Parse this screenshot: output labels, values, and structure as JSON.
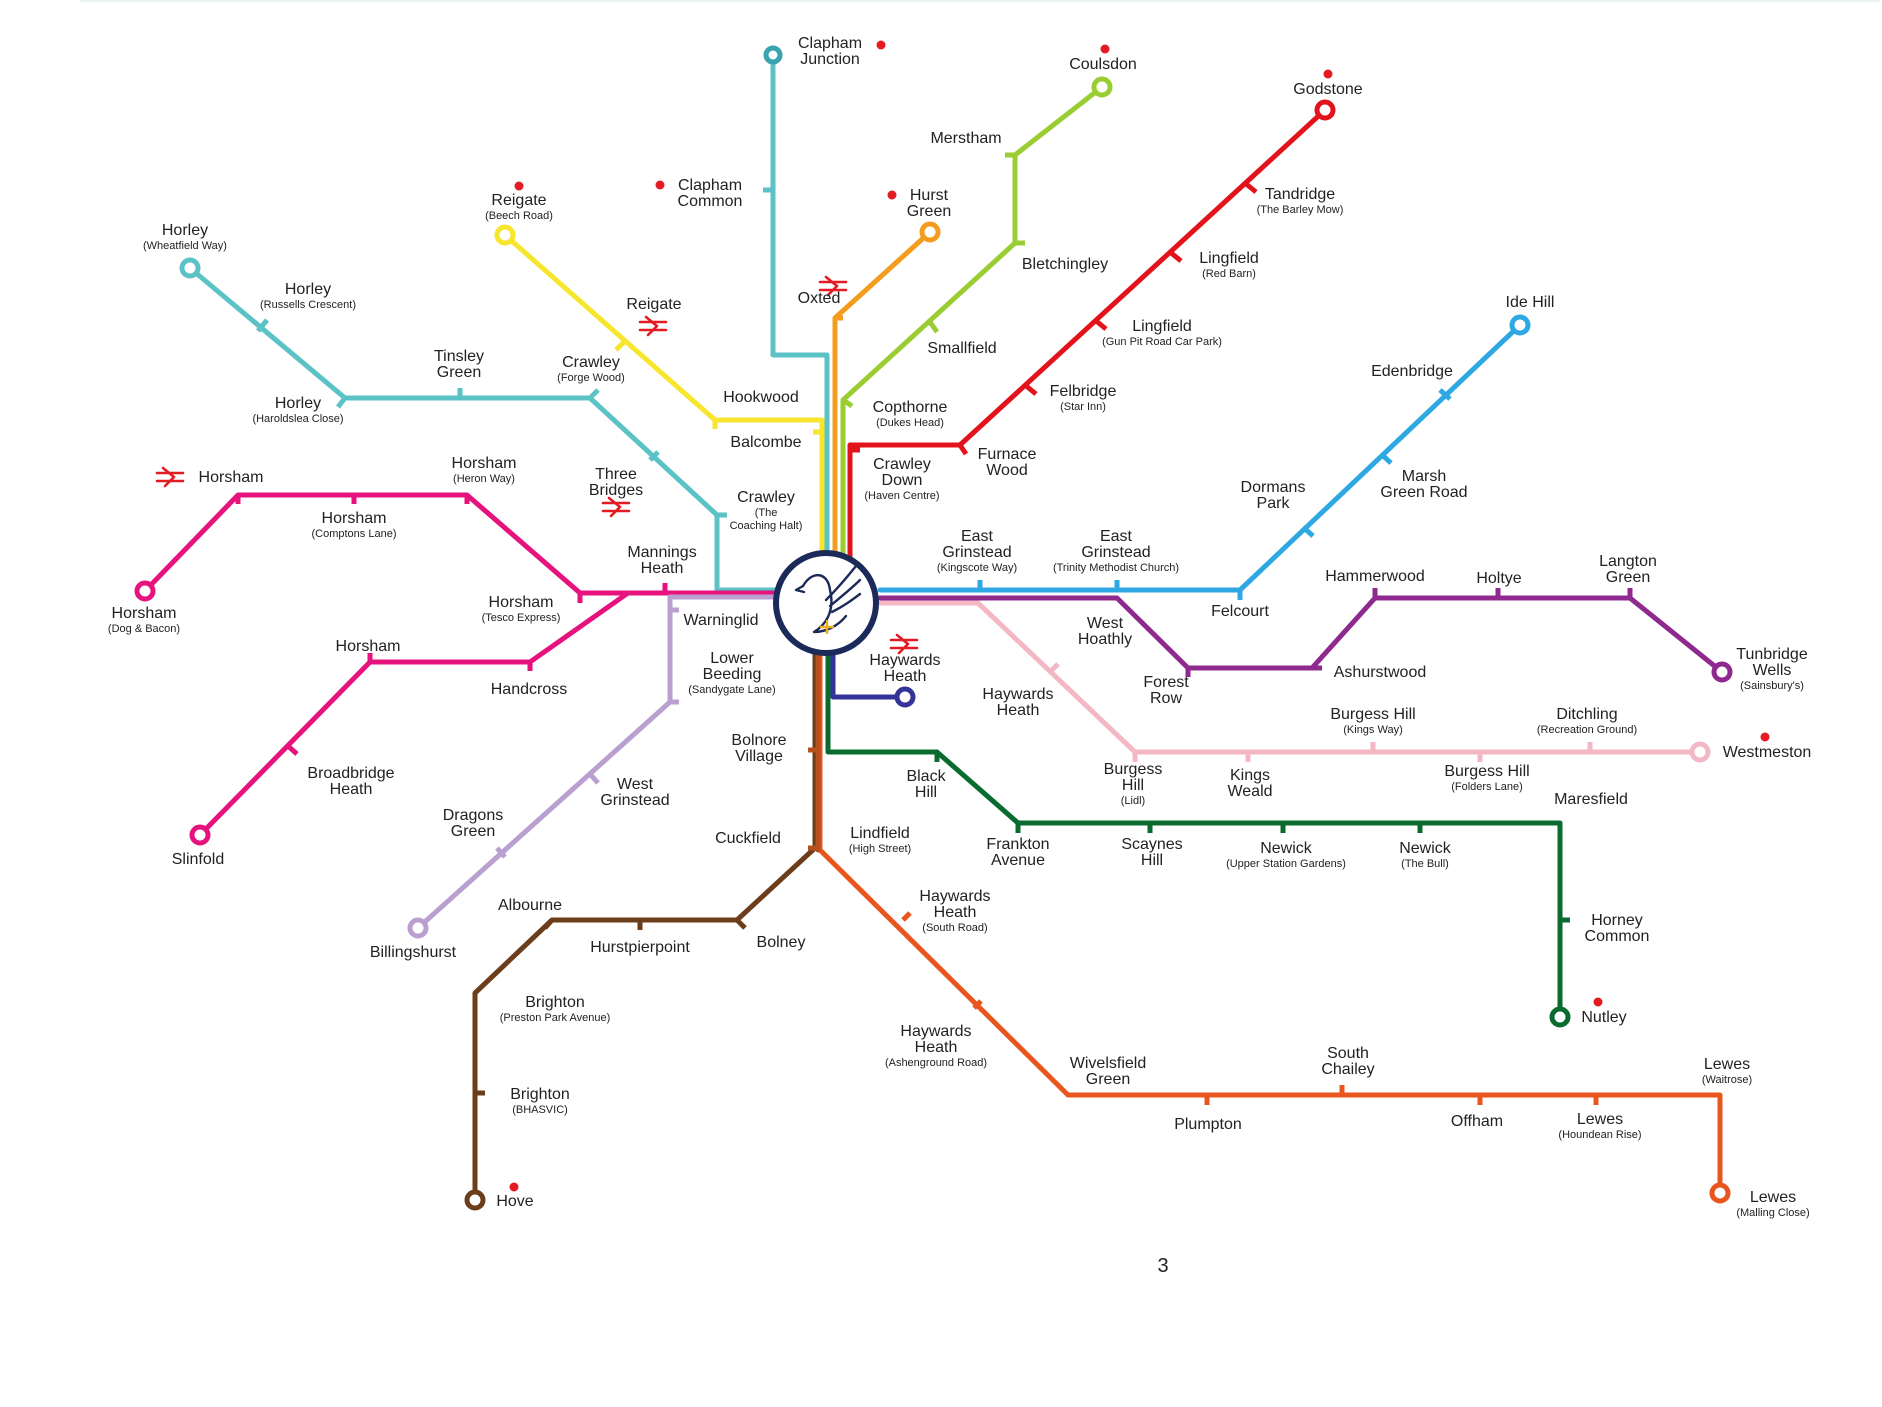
{
  "colors": {
    "teal": "#5bc2c6",
    "darkteal": "#3aa3b0",
    "yellow": "#f7e62d",
    "orange": "#f39c1e",
    "lime": "#9acd32",
    "red": "#e3131b",
    "sky": "#2ea8e3",
    "magenta": "#e6127d",
    "purple": "#8e2a8e",
    "pink": "#f3b8c4",
    "lilac": "#b9a0d0",
    "navy": "#333399",
    "green": "#0a6b2f",
    "brown": "#6b3d1a",
    "darkorange": "#e8551d",
    "rust": "#b5501c",
    "dot": "#e31b23"
  },
  "icons": {
    "hub": "dove-icon",
    "rail": "national-rail-icon",
    "dot": "red-dot-icon"
  },
  "page_number": "3",
  "stations": [
    {
      "n": [
        "Clapham",
        "Junction"
      ]
    },
    {
      "n": [
        "Clapham",
        "Common"
      ]
    },
    {
      "n": [
        "Coulsdon"
      ]
    },
    {
      "n": [
        "Godstone"
      ]
    },
    {
      "n": [
        "Merstham"
      ]
    },
    {
      "n": [
        "Tandridge"
      ],
      "s": "(The Barley Mow)"
    },
    {
      "n": [
        "Hurst",
        "Green"
      ]
    },
    {
      "n": [
        "Reigate"
      ],
      "s": "(Beech Road)"
    },
    {
      "n": [
        "Horley"
      ],
      "s": "(Wheatfield Way)"
    },
    {
      "n": [
        "Bletchingley"
      ]
    },
    {
      "n": [
        "Lingfield"
      ],
      "s": "(Red Barn)"
    },
    {
      "n": [
        "Oxted"
      ]
    },
    {
      "n": [
        "Reigate"
      ]
    },
    {
      "n": [
        "Horley"
      ],
      "s": "(Russells Crescent)"
    },
    {
      "n": [
        "Lingfield"
      ],
      "s": "(Gun Pit Road Car Park)"
    },
    {
      "n": [
        "Ide Hill"
      ]
    },
    {
      "n": [
        "Smallfield"
      ]
    },
    {
      "n": [
        "Tinsley",
        "Green"
      ]
    },
    {
      "n": [
        "Crawley"
      ],
      "s": "(Forge Wood)"
    },
    {
      "n": [
        "Edenbridge"
      ]
    },
    {
      "n": [
        "Felbridge"
      ],
      "s": "(Star Inn)"
    },
    {
      "n": [
        "Hookwood"
      ]
    },
    {
      "n": [
        "Copthorne"
      ],
      "s": "(Dukes Head)"
    },
    {
      "n": [
        "Horley"
      ],
      "s": "(Haroldslea Close)"
    },
    {
      "n": [
        "Balcombe"
      ]
    },
    {
      "n": [
        "Furnace",
        "Wood"
      ]
    },
    {
      "n": [
        "Crawley",
        "Down"
      ],
      "s": "(Haven Centre)"
    },
    {
      "n": [
        "Horsham"
      ]
    },
    {
      "n": [
        "Horsham"
      ],
      "s": "(Heron Way)"
    },
    {
      "n": [
        "Three",
        "Bridges"
      ]
    },
    {
      "n": [
        "Marsh",
        "Green Road"
      ]
    },
    {
      "n": [
        "Dormans",
        "Park"
      ]
    },
    {
      "n": [
        "Crawley"
      ],
      "s": "(The\nCoaching Halt)"
    },
    {
      "n": [
        "Horsham"
      ],
      "s": "(Comptons Lane)"
    },
    {
      "n": [
        "East",
        "Grinstead"
      ],
      "s": "(Kingscote Way)"
    },
    {
      "n": [
        "East",
        "Grinstead"
      ],
      "s": "(Trinity Methodist Church)"
    },
    {
      "n": [
        "Mannings",
        "Heath"
      ]
    },
    {
      "n": [
        "Langton",
        "Green"
      ]
    },
    {
      "n": [
        "Hammerwood"
      ]
    },
    {
      "n": [
        "Holtye"
      ]
    },
    {
      "n": [
        "Horsham"
      ],
      "s": "(Tesco Express)"
    },
    {
      "n": [
        "Felcourt"
      ]
    },
    {
      "n": [
        "Horsham"
      ],
      "s": "(Dog & Bacon)"
    },
    {
      "n": [
        "Warninglid"
      ]
    },
    {
      "n": [
        "West",
        "Hoathly"
      ]
    },
    {
      "n": [
        "Tunbridge",
        "Wells"
      ],
      "s": "(Sainsbury's)"
    },
    {
      "n": [
        "Horsham"
      ]
    },
    {
      "n": [
        "Lower",
        "Beeding"
      ],
      "s": "(Sandygate Lane)"
    },
    {
      "n": [
        "Haywards",
        "Heath"
      ]
    },
    {
      "n": [
        "Ashurstwood"
      ]
    },
    {
      "n": [
        "Forest",
        "Row"
      ]
    },
    {
      "n": [
        "Handcross"
      ]
    },
    {
      "n": [
        "Haywards",
        "Heath"
      ]
    },
    {
      "n": [
        "Burgess Hill"
      ],
      "s": "(Kings Way)"
    },
    {
      "n": [
        "Ditchling"
      ],
      "s": "(Recreation Ground)"
    },
    {
      "n": [
        "Westmeston"
      ]
    },
    {
      "n": [
        "Bolnore",
        "Village"
      ]
    },
    {
      "n": [
        "Broadbridge",
        "Heath"
      ]
    },
    {
      "n": [
        "Black",
        "Hill"
      ]
    },
    {
      "n": [
        "Burgess",
        "Hill"
      ],
      "s": "(Lidl)"
    },
    {
      "n": [
        "Kings",
        "Weald"
      ]
    },
    {
      "n": [
        "Burgess Hill"
      ],
      "s": "(Folders Lane)"
    },
    {
      "n": [
        "West",
        "Grinstead"
      ]
    },
    {
      "n": [
        "Maresfield"
      ]
    },
    {
      "n": [
        "Dragons",
        "Green"
      ]
    },
    {
      "n": [
        "Cuckfield"
      ]
    },
    {
      "n": [
        "Lindfield"
      ],
      "s": "(High Street)"
    },
    {
      "n": [
        "Frankton",
        "Avenue"
      ]
    },
    {
      "n": [
        "Scaynes",
        "Hill"
      ]
    },
    {
      "n": [
        "Newick"
      ],
      "s": "(Upper Station Gardens)"
    },
    {
      "n": [
        "Newick"
      ],
      "s": "(The Bull)"
    },
    {
      "n": [
        "Slinfold"
      ]
    },
    {
      "n": [
        "Albourne"
      ]
    },
    {
      "n": [
        "Haywards",
        "Heath"
      ],
      "s": "(South Road)"
    },
    {
      "n": [
        "Horney",
        "Common"
      ]
    },
    {
      "n": [
        "Bolney"
      ]
    },
    {
      "n": [
        "Hurstpierpoint"
      ]
    },
    {
      "n": [
        "Billingshurst"
      ]
    },
    {
      "n": [
        "Brighton"
      ],
      "s": "(Preston Park Avenue)"
    },
    {
      "n": [
        "Nutley"
      ]
    },
    {
      "n": [
        "Haywards",
        "Heath"
      ],
      "s": "(Ashenground Road)"
    },
    {
      "n": [
        "South",
        "Chailey"
      ]
    },
    {
      "n": [
        "Wivelsfield",
        "Green"
      ]
    },
    {
      "n": [
        "Lewes"
      ],
      "s": "(Waitrose)"
    },
    {
      "n": [
        "Plumpton"
      ]
    },
    {
      "n": [
        "Offham"
      ]
    },
    {
      "n": [
        "Lewes"
      ],
      "s": "(Houndean Rise)"
    },
    {
      "n": [
        "Brighton"
      ],
      "s": "(BHASVIC)"
    },
    {
      "n": [
        "Hove"
      ]
    },
    {
      "n": [
        "Lewes"
      ],
      "s": "(Malling Close)"
    }
  ]
}
